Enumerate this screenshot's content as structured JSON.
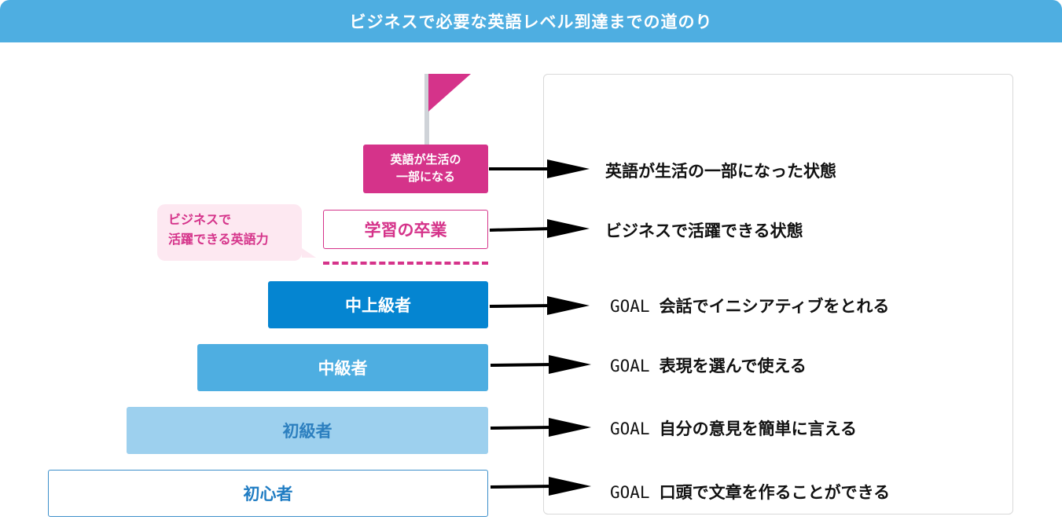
{
  "header": {
    "title": "ビジネスで必要な英語レベル到達までの道のり"
  },
  "levels": {
    "top": {
      "line1": "英語が生活の",
      "line2": "一部になる"
    },
    "graduation": "学習の卒業",
    "upper_intermediate": "中上級者",
    "intermediate": "中級者",
    "beginner": "初級者",
    "novice": "初心者"
  },
  "callout": {
    "line1": "ビジネスで",
    "line2": "活躍できる英語力"
  },
  "descriptions": {
    "top": "英語が生活の一部になった状態",
    "graduation": "ビジネスで活躍できる状態"
  },
  "goals": [
    {
      "tag": "GOAL",
      "text": "会話でイニシアティブをとれる"
    },
    {
      "tag": "GOAL",
      "text": "表現を選んで使える"
    },
    {
      "tag": "GOAL",
      "text": "自分の意見を簡単に言える"
    },
    {
      "tag": "GOAL",
      "text": "口頭で文章を作ることができる"
    }
  ],
  "colors": {
    "header": "#4eaee1",
    "accent_pink": "#d5338a",
    "upper_blue": "#0585d1",
    "mid_blue": "#4eaee1",
    "light_blue": "#9dd0ee"
  },
  "icons": [
    "flag-icon",
    "arrow-right-icon"
  ]
}
